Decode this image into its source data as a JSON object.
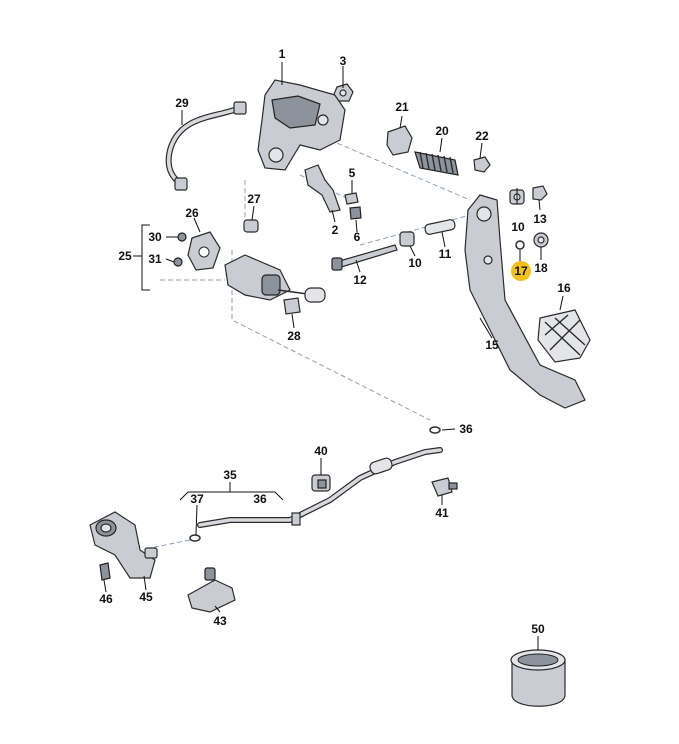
{
  "callouts": {
    "p1": "1",
    "p2": "2",
    "p3": "3",
    "p5": "5",
    "p6": "6",
    "p10a": "10",
    "p10b": "10",
    "p11": "11",
    "p12": "12",
    "p13": "13",
    "p15": "15",
    "p16": "16",
    "p17": "17",
    "p18": "18",
    "p20": "20",
    "p21": "21",
    "p22": "22",
    "p25": "25",
    "p26": "26",
    "p27": "27",
    "p28": "28",
    "p29": "29",
    "p30": "30",
    "p31": "31",
    "p35": "35",
    "p36a": "36",
    "p36b": "36",
    "p37": "37",
    "p40": "40",
    "p41": "41",
    "p43": "43",
    "p45": "45",
    "p46": "46",
    "p50": "50"
  },
  "highlight_color": "#f2c21b"
}
